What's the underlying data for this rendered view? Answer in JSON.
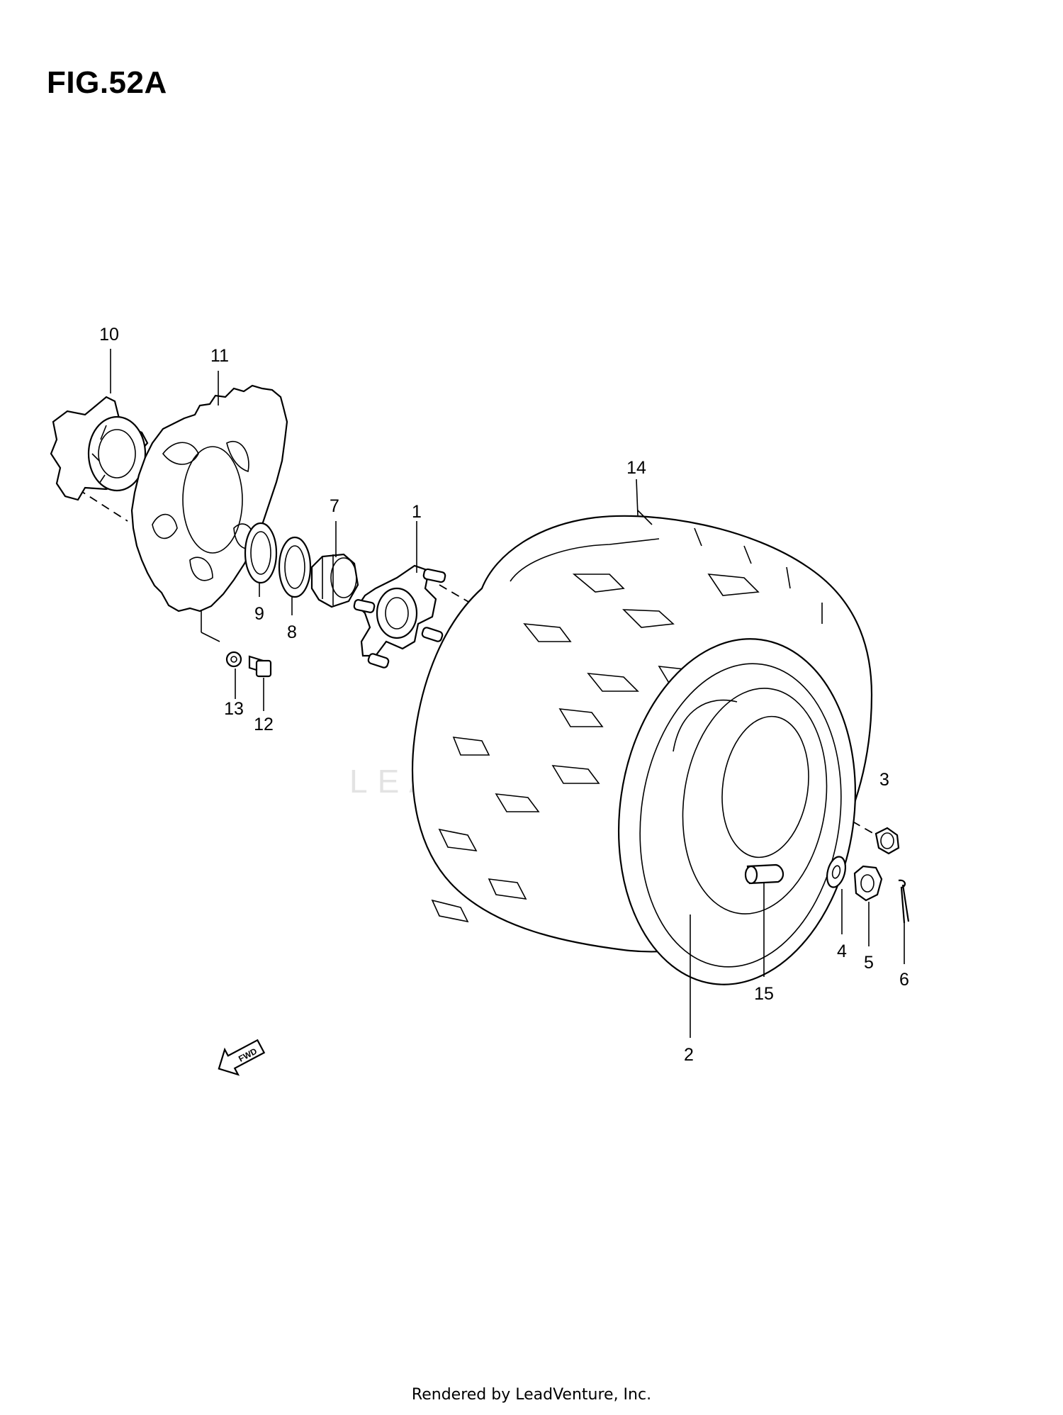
{
  "figure": {
    "title": "FIG.52A"
  },
  "callouts": [
    {
      "id": "1",
      "label": "1",
      "part": "rear-hub"
    },
    {
      "id": "2",
      "label": "2",
      "part": "rear-wheel"
    },
    {
      "id": "3",
      "label": "3",
      "part": "wheel-nut"
    },
    {
      "id": "4",
      "label": "4",
      "part": "washer"
    },
    {
      "id": "5",
      "label": "5",
      "part": "castle-nut"
    },
    {
      "id": "6",
      "label": "6",
      "part": "cotter-pin"
    },
    {
      "id": "7",
      "label": "7",
      "part": "hub-nut"
    },
    {
      "id": "8",
      "label": "8",
      "part": "o-ring"
    },
    {
      "id": "9",
      "label": "9",
      "part": "spacer-ring"
    },
    {
      "id": "10",
      "label": "10",
      "part": "sprocket-hub"
    },
    {
      "id": "11",
      "label": "11",
      "part": "sprocket"
    },
    {
      "id": "12",
      "label": "12",
      "part": "bolt"
    },
    {
      "id": "13",
      "label": "13",
      "part": "washer-small"
    },
    {
      "id": "14",
      "label": "14",
      "part": "tire"
    },
    {
      "id": "15",
      "label": "15",
      "part": "valve"
    }
  ],
  "fwd_arrow": {
    "label": "FWD"
  },
  "watermark": {
    "text": "LEADVENTURE"
  },
  "footer": {
    "text": "Rendered by LeadVenture, Inc."
  }
}
